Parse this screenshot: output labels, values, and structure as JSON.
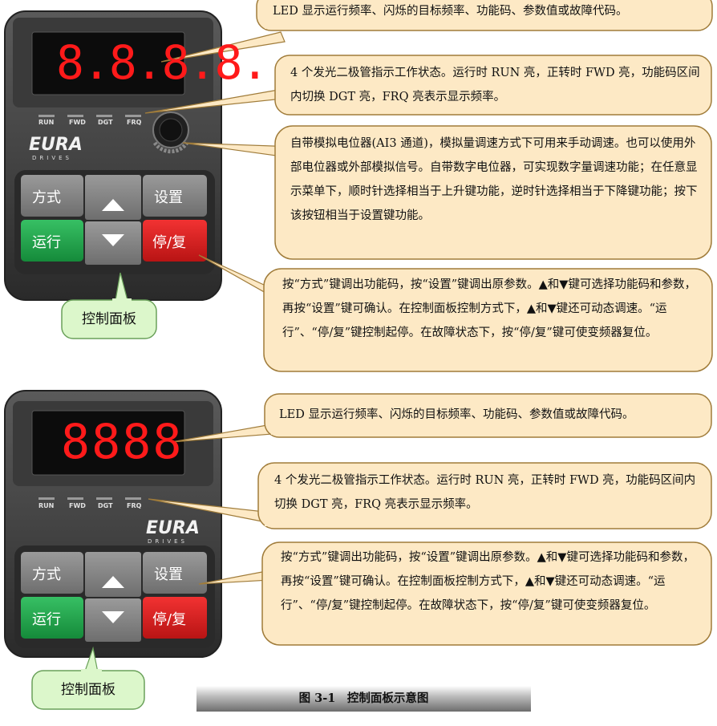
{
  "top_panel": {
    "led_display": "8.8.8.8.",
    "indicators": [
      "RUN",
      "FWD",
      "DGT",
      "FRQ"
    ],
    "logo": "EURA",
    "logo_sub": "DRIVES",
    "buttons": {
      "mode": "方式",
      "set": "设置",
      "run": "运行",
      "stop": "停/复"
    },
    "label": "控制面板"
  },
  "top_callouts": [
    "LED 显示运行频率、闪烁的目标频率、功能码、参数值或故障代码。",
    "4 个发光二极管指示工作状态。运行时 RUN 亮，正转时 FWD 亮，功能码区间内切换 DGT 亮，FRQ 亮表示显示频率。",
    "自带模拟电位器(AI3 通道)，模拟量调速方式下可用来手动调速。也可以使用外部电位器或外部模拟信号。自带数字电位器，可实现数字量调速功能；在任意显示菜单下，顺时针选择相当于上升键功能，逆时针选择相当于下降键功能；按下该按钮相当于设置键功能。",
    "按“方式”键调出功能码，按“设置”键调出原参数。▲和▼键可选择功能码和参数，再按“设置”键可确认。在控制面板控制方式下，▲和▼键还可动态调速。“运行”、“停/复”键控制起停。在故障状态下，按“停/复”键可使变频器复位。"
  ],
  "bottom_panel": {
    "led_display": "8888",
    "indicators": [
      "RUN",
      "FWD",
      "DGT",
      "FRQ"
    ],
    "logo": "EURA",
    "logo_sub": "DRIVES",
    "buttons": {
      "mode": "方式",
      "set": "设置",
      "run": "运行",
      "stop": "停/复"
    },
    "label": "控制面板"
  },
  "bottom_callouts": [
    "LED 显示运行频率、闪烁的目标频率、功能码、参数值或故障代码。",
    "4 个发光二极管指示工作状态。运行时 RUN 亮，正转时 FWD 亮，功能码区间内切换 DGT 亮，FRQ 亮表示显示频率。",
    "按“方式”键调出功能码，按“设置”键调出原参数。▲和▼键可选择功能码和参数，再按“设置”键可确认。在控制面板控制方式下，▲和▼键还可动态调速。“运行”、“停/复”键控制起停。在故障状态下，按“停/复”键可使变频器复位。"
  ],
  "caption": "图 3-1　控制面板示意图",
  "colors": {
    "callout_fill": "#fde9c5",
    "callout_stroke": "#a07c3a",
    "label_fill": "#dcf7cb",
    "led_red": "#ff1a1a",
    "run_green": "#1fa04a",
    "stop_red": "#d91c1c"
  }
}
